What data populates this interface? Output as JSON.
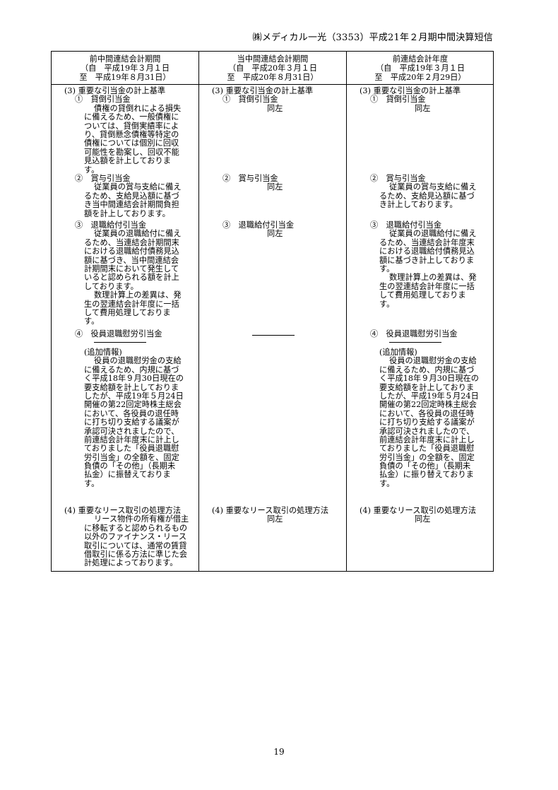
{
  "header": "㈱メディカル一光（3353）平成21年２月期中間決算短信",
  "page_number": "19",
  "columns": [
    {
      "title": "前中間連結会計期間",
      "from": "（自　平成19年３月１日",
      "to": "至　平成19年８月31日）",
      "s3": {
        "heading": "(3) 重要な引当金の計上基準",
        "a_label": "①　貸倒引当金",
        "a_body": [
          "債権の貸倒れによる損失",
          "に備えるため、一般債権に",
          "ついては、貸倒実績率によ",
          "り、貸倒懸念債権等特定の",
          "債権については個別に回収",
          "可能性を勘案し、回収不能",
          "見込額を計上しておりま",
          "す。"
        ],
        "b_label": "②　賞与引当金",
        "b_body": [
          "従業員の賞与支給に備え",
          "るため、支給見込額に基づ",
          "き当中間連結会計期間負担",
          "額を計上しております。"
        ],
        "c_label": "③　退職給付引当金",
        "c_body": [
          "従業員の退職給付に備え",
          "るため、当連結会計期間末",
          "における退職給付債務見込",
          "額に基づき、当中間連結会",
          "計期間末において発生して",
          "いると認められる額を計上",
          "しております。",
          "数理計算上の差異は、発",
          "生の翌連結会計年度に一括",
          "して費用処理しておりま",
          "す。"
        ],
        "d_label": "④　役員退職慰労引当金",
        "d_note": "(追加情報)",
        "d_body": [
          "役員の退職慰労金の支給",
          "に備えるため、内規に基づ",
          "く平成18年９月30日現在の",
          "要支給額を計上しておりま",
          "したが、平成19年５月24日",
          "開催の第22回定時株主総会",
          "において、各役員の退任時",
          "に打ち切り支給する議案が",
          "承認可決されましたので、",
          "前連結会計年度末に計上し",
          "ておりました「役員退職慰",
          "労引当金」の全額を、固定",
          "負債の「その他」（長期未",
          "払金）に振替えておりま",
          "す。"
        ]
      },
      "s4": {
        "heading": "(4) 重要なリース取引の処理方法",
        "body": [
          "リース物件の所有権が借主",
          "に移転すると認められるもの",
          "以外のファイナンス・リース",
          "取引については、通常の賃貸",
          "借取引に係る方法に準じた会",
          "計処理によっております。"
        ]
      }
    },
    {
      "title": "当中間連結会計期間",
      "from": "（自　平成20年３月１日",
      "to": "至　平成20年８月31日）",
      "s3": {
        "heading": "(3) 重要な引当金の計上基準",
        "a_label": "①　貸倒引当金",
        "a_body": "同左",
        "b_label": "②　賞与引当金",
        "b_body": "同左",
        "c_label": "③　退職給付引当金",
        "c_body": "同左"
      },
      "s4": {
        "heading": "(4) 重要なリース取引の処理方法",
        "body": "同左"
      }
    },
    {
      "title": "前連結会計年度",
      "from": "（自　平成19年３月１日",
      "to": "至　平成20年２月29日）",
      "s3": {
        "heading": "(3) 重要な引当金の計上基準",
        "a_label": "①　貸倒引当金",
        "a_body": "同左",
        "b_label": "②　賞与引当金",
        "b_body": [
          "従業員の賞与支給に備え",
          "るため、支給見込額に基づ",
          "き計上しております。"
        ],
        "c_label": "③　退職給付引当金",
        "c_body": [
          "従業員の退職給付に備え",
          "るため、当連結会計年度末",
          "における退職給付債務見込",
          "額に基づき計上しておりま",
          "す。",
          "数理計算上の差異は、発",
          "生の翌連結会計年度に一括",
          "して費用処理しておりま",
          "す。"
        ],
        "d_label": "④　役員退職慰労引当金",
        "d_note": "(追加情報)",
        "d_body": [
          "役員の退職慰労金の支給",
          "に備えるため、内規に基づ",
          "く平成18年９月30日現在の",
          "要支給額を計上しておりま",
          "したが、平成19年５月24日",
          "開催の第22回定時株主総会",
          "において、各役員の退任時",
          "に打ち切り支給する議案が",
          "承認可決されましたので、",
          "前連結会計年度末に計上し",
          "ておりました「役員退職慰",
          "労引当金」の全額を、固定",
          "負債の「その他」（長期未",
          "払金）に振り替えておりま",
          "す。"
        ]
      },
      "s4": {
        "heading": "(4) 重要なリース取引の処理方法",
        "body": "同左"
      }
    }
  ]
}
